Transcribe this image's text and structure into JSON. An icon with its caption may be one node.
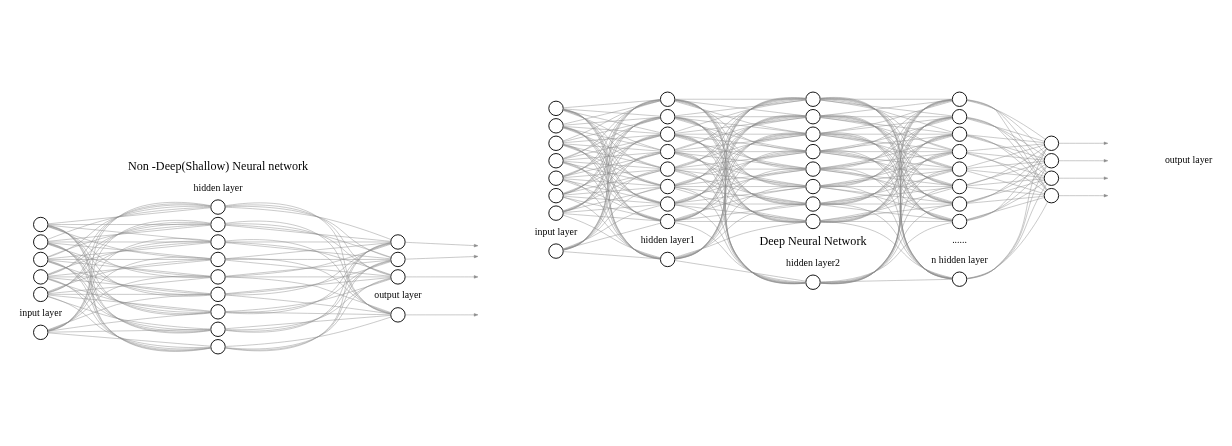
{
  "diagram": {
    "nodes": [
      {
        "text": [],
        "shape": "circle"
      },
      {
        "text": [],
        "shape": "circle"
      },
      {
        "text": [],
        "shape": "circle"
      },
      {
        "text": [],
        "shape": "circle"
      },
      {
        "text": [],
        "shape": "circle"
      },
      {
        "text": [],
        "shape": "circle"
      },
      {
        "text": [],
        "shape": "circle"
      },
      {
        "text": [],
        "shape": "circle"
      },
      {
        "text": [],
        "shape": "circle"
      },
      {
        "text": [],
        "shape": "circle"
      },
      {
        "text": [],
        "shape": "circle"
      },
      {
        "text": [],
        "shape": "circle"
      },
      {
        "text": [],
        "shape": "circle"
      },
      {
        "text": [],
        "shape": "circle"
      },
      {
        "text": [],
        "shape": "circle"
      },
      {
        "text": [],
        "shape": "circle"
      },
      {
        "text": [],
        "shape": "circle"
      },
      {
        "text": [],
        "shape": "circle"
      },
      {
        "text": [],
        "shape": "circle"
      },
      {
        "text": [],
        "shape": "circle"
      },
      {
        "text": [],
        "shape": "circle"
      },
      {
        "text": [],
        "shape": "circle"
      },
      {
        "text": [],
        "shape": "circle"
      },
      {
        "text": [],
        "shape": "circle"
      },
      {
        "text": [],
        "shape": "circle"
      },
      {
        "text": [],
        "shape": "circle"
      },
      {
        "text": [],
        "shape": "circle"
      },
      {
        "text": [],
        "shape": "circle"
      },
      {
        "text": [],
        "shape": "circle"
      },
      {
        "text": [],
        "shape": "circle"
      },
      {
        "text": [],
        "shape": "circle"
      },
      {
        "text": [],
        "shape": "circle"
      },
      {
        "text": [],
        "shape": "circle"
      },
      {
        "text": [],
        "shape": "circle"
      },
      {
        "text": [],
        "shape": "circle"
      },
      {
        "text": [],
        "shape": "circle"
      },
      {
        "text": [],
        "shape": "circle"
      },
      {
        "text": [],
        "shape": "circle"
      },
      {
        "text": [],
        "shape": "circle"
      },
      {
        "text": [],
        "shape": "circle"
      },
      {
        "text": [],
        "shape": "circle"
      },
      {
        "text": [],
        "shape": "circle"
      },
      {
        "text": [],
        "shape": "circle"
      },
      {
        "text": [],
        "shape": "circle"
      },
      {
        "text": [],
        "shape": "circle"
      },
      {
        "text": [],
        "shape": "circle"
      },
      {
        "text": [],
        "shape": "circle"
      },
      {
        "text": [],
        "shape": "circle"
      },
      {
        "text": [],
        "shape": "circle"
      },
      {
        "text": [],
        "shape": "circle"
      },
      {
        "text": [],
        "shape": "circle"
      },
      {
        "text": [],
        "shape": "circle"
      },
      {
        "text": [],
        "shape": "circle"
      },
      {
        "text": [],
        "shape": "circle"
      },
      {
        "text": [],
        "shape": "circle"
      },
      {
        "text": [],
        "shape": "circle"
      },
      {
        "text": [],
        "shape": "circle"
      },
      {
        "text": [],
        "shape": "circle"
      }
    ],
    "edges": [
      {
        "from": 0,
        "to": 6,
        "arrow": "none"
      },
      {
        "from": 0,
        "to": 7,
        "arrow": "none"
      },
      {
        "from": 0,
        "to": 8,
        "arrow": "none"
      },
      {
        "from": 0,
        "to": 9,
        "arrow": "none"
      },
      {
        "from": 0,
        "to": 10,
        "arrow": "none"
      },
      {
        "from": 0,
        "to": 11,
        "arrow": "none"
      },
      {
        "from": 0,
        "to": 12,
        "arrow": "none"
      },
      {
        "from": 0,
        "to": 13,
        "arrow": "none"
      },
      {
        "from": 0,
        "to": 14,
        "arrow": "none"
      },
      {
        "from": 1,
        "to": 6,
        "arrow": "none"
      },
      {
        "from": 1,
        "to": 7,
        "arrow": "none"
      },
      {
        "from": 1,
        "to": 8,
        "arrow": "none"
      },
      {
        "from": 1,
        "to": 9,
        "arrow": "none"
      },
      {
        "from": 1,
        "to": 10,
        "arrow": "none"
      },
      {
        "from": 1,
        "to": 11,
        "arrow": "none"
      },
      {
        "from": 1,
        "to": 12,
        "arrow": "none"
      },
      {
        "from": 1,
        "to": 13,
        "arrow": "none"
      },
      {
        "from": 1,
        "to": 14,
        "arrow": "none"
      },
      {
        "from": 2,
        "to": 6,
        "arrow": "none"
      },
      {
        "from": 2,
        "to": 7,
        "arrow": "none"
      },
      {
        "from": 2,
        "to": 8,
        "arrow": "none"
      },
      {
        "from": 2,
        "to": 9,
        "arrow": "none"
      },
      {
        "from": 2,
        "to": 10,
        "arrow": "none"
      },
      {
        "from": 2,
        "to": 11,
        "arrow": "none"
      },
      {
        "from": 2,
        "to": 12,
        "arrow": "none"
      },
      {
        "from": 2,
        "to": 13,
        "arrow": "none"
      },
      {
        "from": 2,
        "to": 14,
        "arrow": "none"
      },
      {
        "from": 3,
        "to": 6,
        "arrow": "none"
      },
      {
        "from": 3,
        "to": 7,
        "arrow": "none"
      },
      {
        "from": 3,
        "to": 8,
        "arrow": "none"
      },
      {
        "from": 3,
        "to": 9,
        "arrow": "none"
      },
      {
        "from": 3,
        "to": 10,
        "arrow": "none"
      },
      {
        "from": 3,
        "to": 11,
        "arrow": "none"
      },
      {
        "from": 3,
        "to": 12,
        "arrow": "none"
      },
      {
        "from": 3,
        "to": 13,
        "arrow": "none"
      },
      {
        "from": 3,
        "to": 14,
        "arrow": "none"
      },
      {
        "from": 4,
        "to": 6,
        "arrow": "none"
      },
      {
        "from": 4,
        "to": 7,
        "arrow": "none"
      },
      {
        "from": 4,
        "to": 8,
        "arrow": "none"
      },
      {
        "from": 4,
        "to": 9,
        "arrow": "none"
      },
      {
        "from": 4,
        "to": 10,
        "arrow": "none"
      },
      {
        "from": 4,
        "to": 11,
        "arrow": "none"
      },
      {
        "from": 4,
        "to": 12,
        "arrow": "none"
      },
      {
        "from": 4,
        "to": 13,
        "arrow": "none"
      },
      {
        "from": 4,
        "to": 14,
        "arrow": "none"
      },
      {
        "from": 5,
        "to": 6,
        "arrow": "none"
      },
      {
        "from": 5,
        "to": 7,
        "arrow": "none"
      },
      {
        "from": 5,
        "to": 8,
        "arrow": "none"
      },
      {
        "from": 5,
        "to": 9,
        "arrow": "none"
      },
      {
        "from": 5,
        "to": 10,
        "arrow": "none"
      },
      {
        "from": 5,
        "to": 11,
        "arrow": "none"
      },
      {
        "from": 5,
        "to": 12,
        "arrow": "none"
      },
      {
        "from": 5,
        "to": 13,
        "arrow": "none"
      },
      {
        "from": 5,
        "to": 14,
        "arrow": "none"
      },
      {
        "from": 6,
        "to": 15,
        "arrow": "none"
      },
      {
        "from": 6,
        "to": 16,
        "arrow": "none"
      },
      {
        "from": 6,
        "to": 17,
        "arrow": "none"
      },
      {
        "from": 6,
        "to": 18,
        "arrow": "none"
      },
      {
        "from": 7,
        "to": 15,
        "arrow": "none"
      },
      {
        "from": 7,
        "to": 16,
        "arrow": "none"
      },
      {
        "from": 7,
        "to": 17,
        "arrow": "none"
      },
      {
        "from": 7,
        "to": 18,
        "arrow": "none"
      },
      {
        "from": 8,
        "to": 15,
        "arrow": "none"
      },
      {
        "from": 8,
        "to": 16,
        "arrow": "none"
      },
      {
        "from": 8,
        "to": 17,
        "arrow": "none"
      },
      {
        "from": 8,
        "to": 18,
        "arrow": "none"
      },
      {
        "from": 9,
        "to": 15,
        "arrow": "none"
      },
      {
        "from": 9,
        "to": 16,
        "arrow": "none"
      },
      {
        "from": 9,
        "to": 17,
        "arrow": "none"
      },
      {
        "from": 9,
        "to": 18,
        "arrow": "none"
      },
      {
        "from": 10,
        "to": 15,
        "arrow": "none"
      },
      {
        "from": 10,
        "to": 16,
        "arrow": "none"
      },
      {
        "from": 10,
        "to": 17,
        "arrow": "none"
      },
      {
        "from": 10,
        "to": 18,
        "arrow": "none"
      },
      {
        "from": 11,
        "to": 15,
        "arrow": "none"
      },
      {
        "from": 11,
        "to": 16,
        "arrow": "none"
      },
      {
        "from": 11,
        "to": 17,
        "arrow": "none"
      },
      {
        "from": 11,
        "to": 18,
        "arrow": "none"
      },
      {
        "from": 12,
        "to": 15,
        "arrow": "none"
      },
      {
        "from": 12,
        "to": 16,
        "arrow": "none"
      },
      {
        "from": 12,
        "to": 17,
        "arrow": "none"
      },
      {
        "from": 12,
        "to": 18,
        "arrow": "none"
      },
      {
        "from": 13,
        "to": 15,
        "arrow": "none"
      },
      {
        "from": 13,
        "to": 16,
        "arrow": "none"
      },
      {
        "from": 13,
        "to": 17,
        "arrow": "none"
      },
      {
        "from": 13,
        "to": 18,
        "arrow": "none"
      },
      {
        "from": 14,
        "to": 15,
        "arrow": "none"
      },
      {
        "from": 14,
        "to": 16,
        "arrow": "none"
      },
      {
        "from": 14,
        "to": 17,
        "arrow": "none"
      },
      {
        "from": 14,
        "to": 18,
        "arrow": "none"
      },
      {
        "from": 15,
        "to": null,
        "arrow": "to"
      },
      {
        "from": 16,
        "to": null,
        "arrow": "to"
      },
      {
        "from": 17,
        "to": null,
        "arrow": "to"
      },
      {
        "from": 18,
        "to": null,
        "arrow": "to"
      },
      {
        "from": 19,
        "to": 27,
        "arrow": "none"
      },
      {
        "from": 19,
        "to": 28,
        "arrow": "none"
      },
      {
        "from": 19,
        "to": 29,
        "arrow": "none"
      },
      {
        "from": 19,
        "to": 30,
        "arrow": "none"
      },
      {
        "from": 19,
        "to": 31,
        "arrow": "none"
      },
      {
        "from": 19,
        "to": 32,
        "arrow": "none"
      },
      {
        "from": 19,
        "to": 33,
        "arrow": "none"
      },
      {
        "from": 19,
        "to": 34,
        "arrow": "none"
      },
      {
        "from": 19,
        "to": 35,
        "arrow": "none"
      },
      {
        "from": 20,
        "to": 27,
        "arrow": "none"
      },
      {
        "from": 20,
        "to": 28,
        "arrow": "none"
      },
      {
        "from": 20,
        "to": 29,
        "arrow": "none"
      },
      {
        "from": 20,
        "to": 30,
        "arrow": "none"
      },
      {
        "from": 20,
        "to": 31,
        "arrow": "none"
      },
      {
        "from": 20,
        "to": 32,
        "arrow": "none"
      },
      {
        "from": 20,
        "to": 33,
        "arrow": "none"
      },
      {
        "from": 20,
        "to": 34,
        "arrow": "none"
      },
      {
        "from": 20,
        "to": 35,
        "arrow": "none"
      },
      {
        "from": 21,
        "to": 27,
        "arrow": "none"
      },
      {
        "from": 21,
        "to": 28,
        "arrow": "none"
      },
      {
        "from": 21,
        "to": 29,
        "arrow": "none"
      },
      {
        "from": 21,
        "to": 30,
        "arrow": "none"
      },
      {
        "from": 21,
        "to": 31,
        "arrow": "none"
      },
      {
        "from": 21,
        "to": 32,
        "arrow": "none"
      },
      {
        "from": 21,
        "to": 33,
        "arrow": "none"
      },
      {
        "from": 21,
        "to": 34,
        "arrow": "none"
      },
      {
        "from": 21,
        "to": 35,
        "arrow": "none"
      },
      {
        "from": 22,
        "to": 27,
        "arrow": "none"
      },
      {
        "from": 22,
        "to": 28,
        "arrow": "none"
      },
      {
        "from": 22,
        "to": 29,
        "arrow": "none"
      },
      {
        "from": 22,
        "to": 30,
        "arrow": "none"
      },
      {
        "from": 22,
        "to": 31,
        "arrow": "none"
      },
      {
        "from": 22,
        "to": 32,
        "arrow": "none"
      },
      {
        "from": 22,
        "to": 33,
        "arrow": "none"
      },
      {
        "from": 22,
        "to": 34,
        "arrow": "none"
      },
      {
        "from": 22,
        "to": 35,
        "arrow": "none"
      },
      {
        "from": 23,
        "to": 27,
        "arrow": "none"
      },
      {
        "from": 23,
        "to": 28,
        "arrow": "none"
      },
      {
        "from": 23,
        "to": 29,
        "arrow": "none"
      },
      {
        "from": 23,
        "to": 30,
        "arrow": "none"
      },
      {
        "from": 23,
        "to": 31,
        "arrow": "none"
      },
      {
        "from": 23,
        "to": 32,
        "arrow": "none"
      },
      {
        "from": 23,
        "to": 33,
        "arrow": "none"
      },
      {
        "from": 23,
        "to": 34,
        "arrow": "none"
      },
      {
        "from": 23,
        "to": 35,
        "arrow": "none"
      },
      {
        "from": 24,
        "to": 27,
        "arrow": "none"
      },
      {
        "from": 24,
        "to": 28,
        "arrow": "none"
      },
      {
        "from": 24,
        "to": 29,
        "arrow": "none"
      },
      {
        "from": 24,
        "to": 30,
        "arrow": "none"
      },
      {
        "from": 24,
        "to": 31,
        "arrow": "none"
      },
      {
        "from": 24,
        "to": 32,
        "arrow": "none"
      },
      {
        "from": 24,
        "to": 33,
        "arrow": "none"
      },
      {
        "from": 24,
        "to": 34,
        "arrow": "none"
      },
      {
        "from": 24,
        "to": 35,
        "arrow": "none"
      },
      {
        "from": 25,
        "to": 27,
        "arrow": "none"
      },
      {
        "from": 25,
        "to": 28,
        "arrow": "none"
      },
      {
        "from": 25,
        "to": 29,
        "arrow": "none"
      },
      {
        "from": 25,
        "to": 30,
        "arrow": "none"
      },
      {
        "from": 25,
        "to": 31,
        "arrow": "none"
      },
      {
        "from": 25,
        "to": 32,
        "arrow": "none"
      },
      {
        "from": 25,
        "to": 33,
        "arrow": "none"
      },
      {
        "from": 25,
        "to": 34,
        "arrow": "none"
      },
      {
        "from": 25,
        "to": 35,
        "arrow": "none"
      },
      {
        "from": 26,
        "to": 27,
        "arrow": "none"
      },
      {
        "from": 26,
        "to": 28,
        "arrow": "none"
      },
      {
        "from": 26,
        "to": 29,
        "arrow": "none"
      },
      {
        "from": 26,
        "to": 30,
        "arrow": "none"
      },
      {
        "from": 26,
        "to": 31,
        "arrow": "none"
      },
      {
        "from": 26,
        "to": 32,
        "arrow": "none"
      },
      {
        "from": 26,
        "to": 33,
        "arrow": "none"
      },
      {
        "from": 26,
        "to": 34,
        "arrow": "none"
      },
      {
        "from": 26,
        "to": 35,
        "arrow": "none"
      },
      {
        "from": 27,
        "to": 36,
        "arrow": "none"
      },
      {
        "from": 27,
        "to": 37,
        "arrow": "none"
      },
      {
        "from": 27,
        "to": 38,
        "arrow": "none"
      },
      {
        "from": 27,
        "to": 39,
        "arrow": "none"
      },
      {
        "from": 27,
        "to": 40,
        "arrow": "none"
      },
      {
        "from": 27,
        "to": 41,
        "arrow": "none"
      },
      {
        "from": 27,
        "to": 42,
        "arrow": "none"
      },
      {
        "from": 27,
        "to": 43,
        "arrow": "none"
      },
      {
        "from": 27,
        "to": 44,
        "arrow": "none"
      },
      {
        "from": 28,
        "to": 36,
        "arrow": "none"
      },
      {
        "from": 28,
        "to": 37,
        "arrow": "none"
      },
      {
        "from": 28,
        "to": 38,
        "arrow": "none"
      },
      {
        "from": 28,
        "to": 39,
        "arrow": "none"
      },
      {
        "from": 28,
        "to": 40,
        "arrow": "none"
      },
      {
        "from": 28,
        "to": 41,
        "arrow": "none"
      },
      {
        "from": 28,
        "to": 42,
        "arrow": "none"
      },
      {
        "from": 28,
        "to": 43,
        "arrow": "none"
      },
      {
        "from": 28,
        "to": 44,
        "arrow": "none"
      },
      {
        "from": 29,
        "to": 36,
        "arrow": "none"
      },
      {
        "from": 29,
        "to": 37,
        "arrow": "none"
      },
      {
        "from": 29,
        "to": 38,
        "arrow": "none"
      },
      {
        "from": 29,
        "to": 39,
        "arrow": "none"
      },
      {
        "from": 29,
        "to": 40,
        "arrow": "none"
      },
      {
        "from": 29,
        "to": 41,
        "arrow": "none"
      },
      {
        "from": 29,
        "to": 42,
        "arrow": "none"
      },
      {
        "from": 29,
        "to": 43,
        "arrow": "none"
      },
      {
        "from": 29,
        "to": 44,
        "arrow": "none"
      },
      {
        "from": 30,
        "to": 36,
        "arrow": "none"
      },
      {
        "from": 30,
        "to": 37,
        "arrow": "none"
      },
      {
        "from": 30,
        "to": 38,
        "arrow": "none"
      },
      {
        "from": 30,
        "to": 39,
        "arrow": "none"
      },
      {
        "from": 30,
        "to": 40,
        "arrow": "none"
      },
      {
        "from": 30,
        "to": 41,
        "arrow": "none"
      },
      {
        "from": 30,
        "to": 42,
        "arrow": "none"
      },
      {
        "from": 30,
        "to": 43,
        "arrow": "none"
      },
      {
        "from": 30,
        "to": 44,
        "arrow": "none"
      },
      {
        "from": 31,
        "to": 36,
        "arrow": "none"
      },
      {
        "from": 31,
        "to": 37,
        "arrow": "none"
      },
      {
        "from": 31,
        "to": 38,
        "arrow": "none"
      },
      {
        "from": 31,
        "to": 39,
        "arrow": "none"
      },
      {
        "from": 31,
        "to": 40,
        "arrow": "none"
      },
      {
        "from": 31,
        "to": 41,
        "arrow": "none"
      },
      {
        "from": 31,
        "to": 42,
        "arrow": "none"
      },
      {
        "from": 31,
        "to": 43,
        "arrow": "none"
      },
      {
        "from": 31,
        "to": 44,
        "arrow": "none"
      },
      {
        "from": 32,
        "to": 36,
        "arrow": "none"
      },
      {
        "from": 32,
        "to": 37,
        "arrow": "none"
      },
      {
        "from": 32,
        "to": 38,
        "arrow": "none"
      },
      {
        "from": 32,
        "to": 39,
        "arrow": "none"
      },
      {
        "from": 32,
        "to": 40,
        "arrow": "none"
      },
      {
        "from": 32,
        "to": 41,
        "arrow": "none"
      },
      {
        "from": 32,
        "to": 42,
        "arrow": "none"
      },
      {
        "from": 32,
        "to": 43,
        "arrow": "none"
      },
      {
        "from": 32,
        "to": 44,
        "arrow": "none"
      },
      {
        "from": 33,
        "to": 36,
        "arrow": "none"
      },
      {
        "from": 33,
        "to": 37,
        "arrow": "none"
      },
      {
        "from": 33,
        "to": 38,
        "arrow": "none"
      },
      {
        "from": 33,
        "to": 39,
        "arrow": "none"
      },
      {
        "from": 33,
        "to": 40,
        "arrow": "none"
      },
      {
        "from": 33,
        "to": 41,
        "arrow": "none"
      },
      {
        "from": 33,
        "to": 42,
        "arrow": "none"
      },
      {
        "from": 33,
        "to": 43,
        "arrow": "none"
      },
      {
        "from": 33,
        "to": 44,
        "arrow": "none"
      },
      {
        "from": 34,
        "to": 36,
        "arrow": "none"
      },
      {
        "from": 34,
        "to": 37,
        "arrow": "none"
      },
      {
        "from": 34,
        "to": 38,
        "arrow": "none"
      },
      {
        "from": 34,
        "to": 39,
        "arrow": "none"
      },
      {
        "from": 34,
        "to": 40,
        "arrow": "none"
      },
      {
        "from": 34,
        "to": 41,
        "arrow": "none"
      },
      {
        "from": 34,
        "to": 42,
        "arrow": "none"
      },
      {
        "from": 34,
        "to": 43,
        "arrow": "none"
      },
      {
        "from": 34,
        "to": 44,
        "arrow": "none"
      },
      {
        "from": 35,
        "to": 36,
        "arrow": "none"
      },
      {
        "from": 35,
        "to": 37,
        "arrow": "none"
      },
      {
        "from": 35,
        "to": 38,
        "arrow": "none"
      },
      {
        "from": 35,
        "to": 39,
        "arrow": "none"
      },
      {
        "from": 35,
        "to": 40,
        "arrow": "none"
      },
      {
        "from": 35,
        "to": 41,
        "arrow": "none"
      },
      {
        "from": 35,
        "to": 42,
        "arrow": "none"
      },
      {
        "from": 35,
        "to": 43,
        "arrow": "none"
      },
      {
        "from": 35,
        "to": 44,
        "arrow": "none"
      },
      {
        "from": 36,
        "to": 45,
        "arrow": "none"
      },
      {
        "from": 36,
        "to": 46,
        "arrow": "none"
      },
      {
        "from": 36,
        "to": 47,
        "arrow": "none"
      },
      {
        "from": 36,
        "to": 48,
        "arrow": "none"
      },
      {
        "from": 36,
        "to": 49,
        "arrow": "none"
      },
      {
        "from": 36,
        "to": 50,
        "arrow": "none"
      },
      {
        "from": 36,
        "to": 51,
        "arrow": "none"
      },
      {
        "from": 36,
        "to": 52,
        "arrow": "none"
      },
      {
        "from": 36,
        "to": 53,
        "arrow": "none"
      },
      {
        "from": 37,
        "to": 45,
        "arrow": "none"
      },
      {
        "from": 37,
        "to": 46,
        "arrow": "none"
      },
      {
        "from": 37,
        "to": 47,
        "arrow": "none"
      },
      {
        "from": 37,
        "to": 48,
        "arrow": "none"
      },
      {
        "from": 37,
        "to": 49,
        "arrow": "none"
      },
      {
        "from": 37,
        "to": 50,
        "arrow": "none"
      },
      {
        "from": 37,
        "to": 51,
        "arrow": "none"
      },
      {
        "from": 37,
        "to": 52,
        "arrow": "none"
      },
      {
        "from": 37,
        "to": 53,
        "arrow": "none"
      },
      {
        "from": 38,
        "to": 45,
        "arrow": "none"
      },
      {
        "from": 38,
        "to": 46,
        "arrow": "none"
      },
      {
        "from": 38,
        "to": 47,
        "arrow": "none"
      },
      {
        "from": 38,
        "to": 48,
        "arrow": "none"
      },
      {
        "from": 38,
        "to": 49,
        "arrow": "none"
      },
      {
        "from": 38,
        "to": 50,
        "arrow": "none"
      },
      {
        "from": 38,
        "to": 51,
        "arrow": "none"
      },
      {
        "from": 38,
        "to": 52,
        "arrow": "none"
      },
      {
        "from": 38,
        "to": 53,
        "arrow": "none"
      },
      {
        "from": 39,
        "to": 45,
        "arrow": "none"
      },
      {
        "from": 39,
        "to": 46,
        "arrow": "none"
      },
      {
        "from": 39,
        "to": 47,
        "arrow": "none"
      },
      {
        "from": 39,
        "to": 48,
        "arrow": "none"
      },
      {
        "from": 39,
        "to": 49,
        "arrow": "none"
      },
      {
        "from": 39,
        "to": 50,
        "arrow": "none"
      },
      {
        "from": 39,
        "to": 51,
        "arrow": "none"
      },
      {
        "from": 39,
        "to": 52,
        "arrow": "none"
      },
      {
        "from": 39,
        "to": 53,
        "arrow": "none"
      },
      {
        "from": 40,
        "to": 45,
        "arrow": "none"
      },
      {
        "from": 40,
        "to": 46,
        "arrow": "none"
      },
      {
        "from": 40,
        "to": 47,
        "arrow": "none"
      },
      {
        "from": 40,
        "to": 48,
        "arrow": "none"
      },
      {
        "from": 40,
        "to": 49,
        "arrow": "none"
      },
      {
        "from": 40,
        "to": 50,
        "arrow": "none"
      },
      {
        "from": 40,
        "to": 51,
        "arrow": "none"
      },
      {
        "from": 40,
        "to": 52,
        "arrow": "none"
      },
      {
        "from": 40,
        "to": 53,
        "arrow": "none"
      },
      {
        "from": 41,
        "to": 45,
        "arrow": "none"
      },
      {
        "from": 41,
        "to": 46,
        "arrow": "none"
      },
      {
        "from": 41,
        "to": 47,
        "arrow": "none"
      },
      {
        "from": 41,
        "to": 48,
        "arrow": "none"
      },
      {
        "from": 41,
        "to": 49,
        "arrow": "none"
      },
      {
        "from": 41,
        "to": 50,
        "arrow": "none"
      },
      {
        "from": 41,
        "to": 51,
        "arrow": "none"
      },
      {
        "from": 41,
        "to": 52,
        "arrow": "none"
      },
      {
        "from": 41,
        "to": 53,
        "arrow": "none"
      },
      {
        "from": 42,
        "to": 45,
        "arrow": "none"
      },
      {
        "from": 42,
        "to": 46,
        "arrow": "none"
      },
      {
        "from": 42,
        "to": 47,
        "arrow": "none"
      },
      {
        "from": 42,
        "to": 48,
        "arrow": "none"
      },
      {
        "from": 42,
        "to": 49,
        "arrow": "none"
      },
      {
        "from": 42,
        "to": 50,
        "arrow": "none"
      },
      {
        "from": 42,
        "to": 51,
        "arrow": "none"
      },
      {
        "from": 42,
        "to": 52,
        "arrow": "none"
      },
      {
        "from": 42,
        "to": 53,
        "arrow": "none"
      },
      {
        "from": 43,
        "to": 45,
        "arrow": "none"
      },
      {
        "from": 43,
        "to": 46,
        "arrow": "none"
      },
      {
        "from": 43,
        "to": 47,
        "arrow": "none"
      },
      {
        "from": 43,
        "to": 48,
        "arrow": "none"
      },
      {
        "from": 43,
        "to": 49,
        "arrow": "none"
      },
      {
        "from": 43,
        "to": 50,
        "arrow": "none"
      },
      {
        "from": 43,
        "to": 51,
        "arrow": "none"
      },
      {
        "from": 43,
        "to": 52,
        "arrow": "none"
      },
      {
        "from": 43,
        "to": 53,
        "arrow": "none"
      },
      {
        "from": 44,
        "to": 45,
        "arrow": "none"
      },
      {
        "from": 44,
        "to": 46,
        "arrow": "none"
      },
      {
        "from": 44,
        "to": 47,
        "arrow": "none"
      },
      {
        "from": 44,
        "to": 48,
        "arrow": "none"
      },
      {
        "from": 44,
        "to": 49,
        "arrow": "none"
      },
      {
        "from": 44,
        "to": 50,
        "arrow": "none"
      },
      {
        "from": 44,
        "to": 51,
        "arrow": "none"
      },
      {
        "from": 44,
        "to": 52,
        "arrow": "none"
      },
      {
        "from": 44,
        "to": 53,
        "arrow": "none"
      },
      {
        "from": 45,
        "to": 54,
        "arrow": "none"
      },
      {
        "from": 45,
        "to": 55,
        "arrow": "none"
      },
      {
        "from": 45,
        "to": 56,
        "arrow": "none"
      },
      {
        "from": 45,
        "to": 57,
        "arrow": "none"
      },
      {
        "from": 46,
        "to": 54,
        "arrow": "none"
      },
      {
        "from": 46,
        "to": 55,
        "arrow": "none"
      },
      {
        "from": 46,
        "to": 56,
        "arrow": "none"
      },
      {
        "from": 46,
        "to": 57,
        "arrow": "none"
      },
      {
        "from": 47,
        "to": 54,
        "arrow": "none"
      },
      {
        "from": 47,
        "to": 55,
        "arrow": "none"
      },
      {
        "from": 47,
        "to": 56,
        "arrow": "none"
      },
      {
        "from": 47,
        "to": 57,
        "arrow": "none"
      },
      {
        "from": 48,
        "to": 54,
        "arrow": "none"
      },
      {
        "from": 48,
        "to": 55,
        "arrow": "none"
      },
      {
        "from": 48,
        "to": 56,
        "arrow": "none"
      },
      {
        "from": 48,
        "to": 57,
        "arrow": "none"
      },
      {
        "from": 49,
        "to": 54,
        "arrow": "none"
      },
      {
        "from": 49,
        "to": 55,
        "arrow": "none"
      },
      {
        "from": 49,
        "to": 56,
        "arrow": "none"
      },
      {
        "from": 49,
        "to": 57,
        "arrow": "none"
      },
      {
        "from": 50,
        "to": 54,
        "arrow": "none"
      },
      {
        "from": 50,
        "to": 55,
        "arrow": "none"
      },
      {
        "from": 50,
        "to": 56,
        "arrow": "none"
      },
      {
        "from": 50,
        "to": 57,
        "arrow": "none"
      },
      {
        "from": 51,
        "to": 54,
        "arrow": "none"
      },
      {
        "from": 51,
        "to": 55,
        "arrow": "none"
      },
      {
        "from": 51,
        "to": 56,
        "arrow": "none"
      },
      {
        "from": 51,
        "to": 57,
        "arrow": "none"
      },
      {
        "from": 52,
        "to": 54,
        "arrow": "none"
      },
      {
        "from": 52,
        "to": 55,
        "arrow": "none"
      },
      {
        "from": 52,
        "to": 56,
        "arrow": "none"
      },
      {
        "from": 52,
        "to": 57,
        "arrow": "none"
      },
      {
        "from": 53,
        "to": 54,
        "arrow": "none"
      },
      {
        "from": 53,
        "to": 55,
        "arrow": "none"
      },
      {
        "from": 53,
        "to": 56,
        "arrow": "none"
      },
      {
        "from": 53,
        "to": 57,
        "arrow": "none"
      },
      {
        "from": 54,
        "to": null,
        "arrow": "to"
      },
      {
        "from": 55,
        "to": null,
        "arrow": "to"
      },
      {
        "from": 56,
        "to": null,
        "arrow": "to"
      },
      {
        "from": 57,
        "to": null,
        "arrow": "to"
      }
    ],
    "labels": [
      "Non -Deep(Shallow) Neural network",
      "hidden layer",
      "input layer",
      "output layer",
      "Deep Neural Network",
      "hidden layer1",
      "hidden layer2",
      "......",
      "n hidden layer",
      "input layer",
      "output layer"
    ]
  }
}
